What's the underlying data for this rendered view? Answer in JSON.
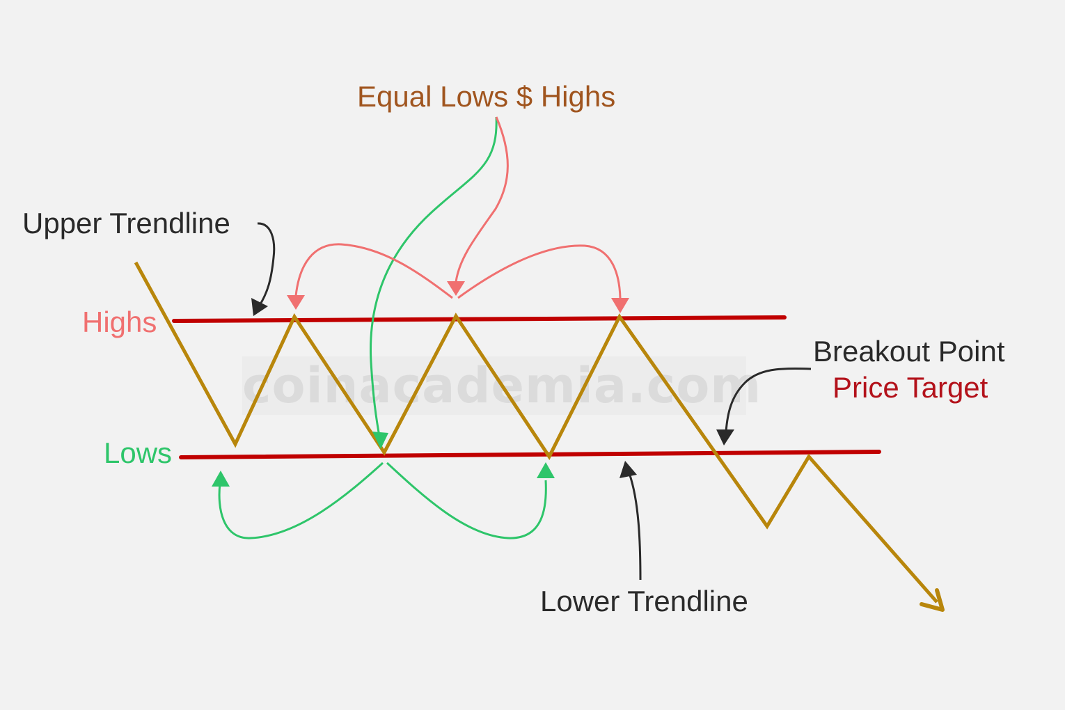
{
  "title": "Equal Lows $ Highs",
  "labels": {
    "upper_trendline": "Upper Trendline",
    "highs": "Highs",
    "lows": "Lows",
    "breakout_point": "Breakout Point",
    "price_target": "Price Target",
    "lower_trendline": "Lower Trendline"
  },
  "watermark": "coinacademia.com",
  "colors": {
    "background": "#f2f2f2",
    "price_path": "#b8860b",
    "trendline": "#c00000",
    "highs": "#f07070",
    "lows": "#2ec56a",
    "annotation": "#2a2a2a",
    "title": "#a0551f",
    "price_target": "#b3121b"
  }
}
